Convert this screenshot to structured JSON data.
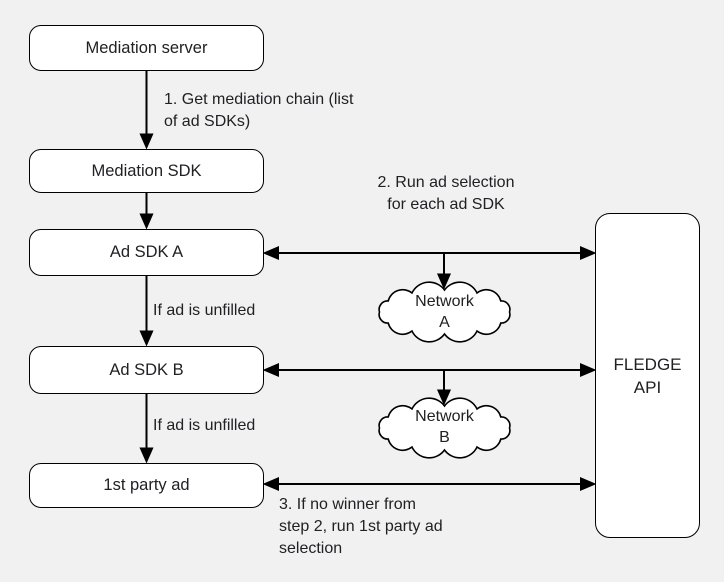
{
  "colors": {
    "background": "#f1f1f1",
    "node_fill": "#ffffff",
    "line": "#000000",
    "text": "#202124"
  },
  "nodes": {
    "mediation_server": {
      "label": "Mediation server"
    },
    "mediation_sdk": {
      "label": "Mediation SDK"
    },
    "ad_sdk_a": {
      "label": "Ad SDK A"
    },
    "ad_sdk_b": {
      "label": "Ad SDK B"
    },
    "first_party_ad": {
      "label": "1st party ad"
    },
    "fledge_api": {
      "label": "FLEDGE\nAPI"
    },
    "network_a": {
      "label": "Network\nA"
    },
    "network_b": {
      "label": "Network\nB"
    }
  },
  "annotations": {
    "step1": "1. Get mediation chain (list\nof ad SDKs)",
    "step2": "2. Run ad selection\nfor each ad SDK",
    "if_unfilled_1": "If ad is unfilled",
    "if_unfilled_2": "If ad is unfilled",
    "step3": "3. If no winner from\nstep 2, run 1st party ad\nselection"
  }
}
